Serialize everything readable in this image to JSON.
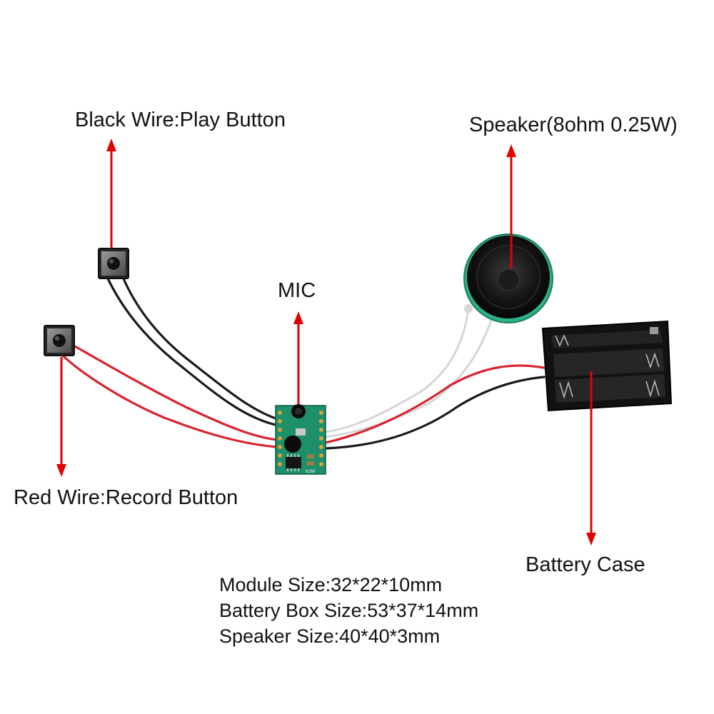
{
  "labels": {
    "play_button": "Black Wire:Play Button",
    "speaker": "Speaker(8ohm 0.25W)",
    "mic": "MIC",
    "record_button": "Red Wire:Record Button",
    "battery_case": "Battery Case"
  },
  "specs": [
    "Module Size:32*22*10mm",
    "Battery Box Size:53*37*14mm",
    "Speaker Size:40*40*3mm"
  ],
  "pcb_marking": "6168",
  "colors": {
    "arrow": "#e00000",
    "wire_red": "#d9252e",
    "wire_black": "#1a1a1a",
    "wire_white": "#f2f2f2",
    "pcb": "#1e8f6b",
    "speaker_rim": "#2bb08a"
  }
}
